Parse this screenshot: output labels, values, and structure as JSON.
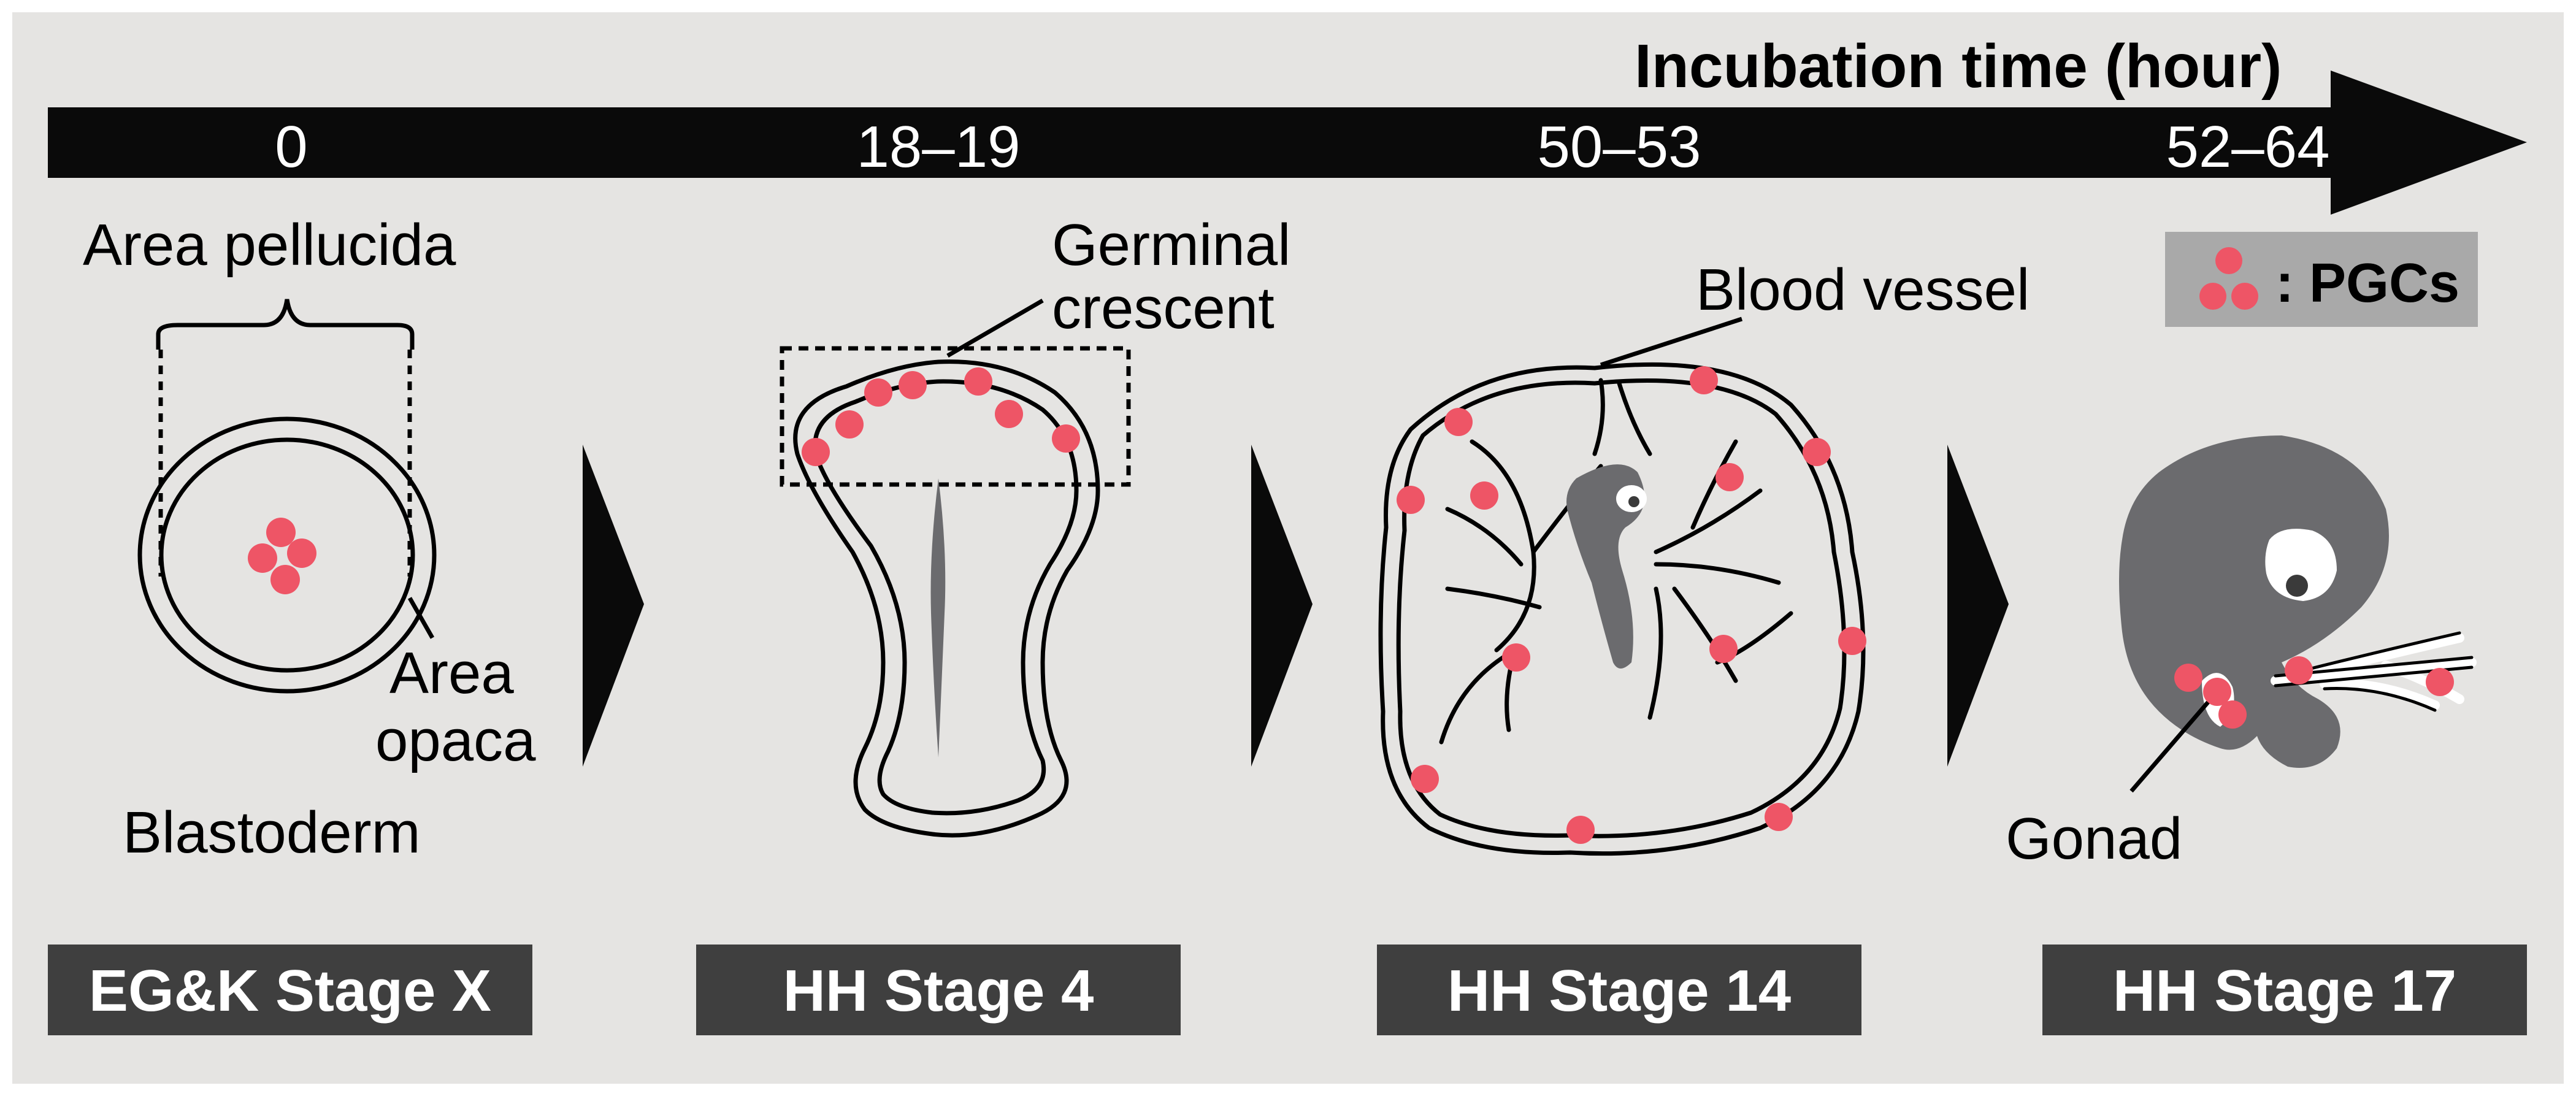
{
  "timeline": {
    "title": "Incubation time (hour)",
    "ticks": [
      "0",
      "18–19",
      "50–53",
      "52–64"
    ]
  },
  "legend": {
    "symbol_label": ": PGCs"
  },
  "panels": [
    {
      "stage": "EG&K Stage X",
      "labels": {
        "area_pellucida": "Area pellucida",
        "area_opaca_1": "Area",
        "area_opaca_2": "opaca",
        "blastoderm": "Blastoderm"
      }
    },
    {
      "stage": "HH Stage 4",
      "labels": {
        "germinal_1": "Germinal",
        "germinal_2": "crescent"
      }
    },
    {
      "stage": "HH Stage 14",
      "labels": {
        "blood_vessel": "Blood vessel"
      }
    },
    {
      "stage": "HH Stage 17",
      "labels": {
        "gonad": "Gonad"
      }
    }
  ],
  "colors": {
    "background": "#e5e4e2",
    "arrow": "#0a0a0a",
    "stage_box": "#3f3f3f",
    "pgc": "#ee5566",
    "embryo": "#6b6b6e",
    "legend_box": "#a9a9a9"
  }
}
